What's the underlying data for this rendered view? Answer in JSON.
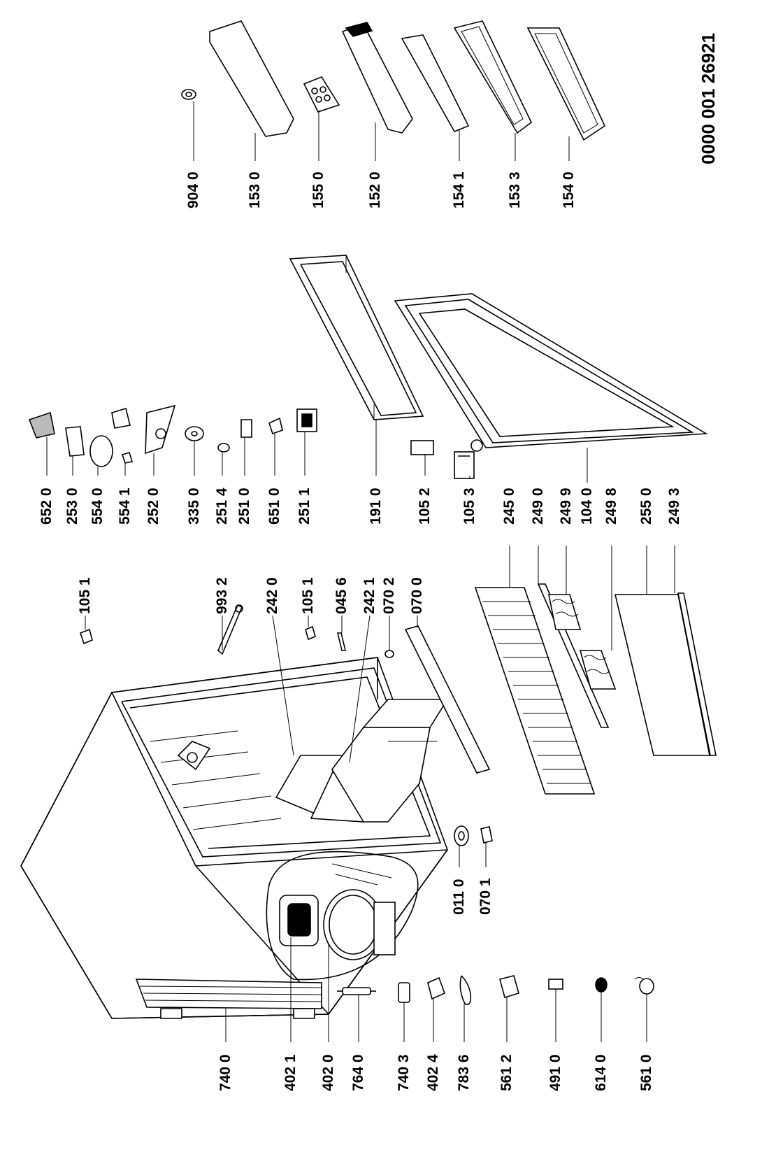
{
  "document_number": "0000 001 26921",
  "parts": {
    "p9040": "904 0",
    "p1530": "153 0",
    "p1550": "155 0",
    "p1520": "152 0",
    "p1541": "154 1",
    "p1533": "153 3",
    "p1540": "154 0",
    "p6520": "652 0",
    "p2530": "253 0",
    "p5540": "554 0",
    "p5541": "554 1",
    "p2520": "252 0",
    "p3350": "335 0",
    "p2514": "251 4",
    "p2510": "251 0",
    "p6510": "651 0",
    "p2511": "251 1",
    "p1910": "191 0",
    "p1052": "105 2",
    "p1053": "105 3",
    "p2450": "245 0",
    "p2490": "249 0",
    "p2499": "249 9",
    "p1040": "104 0",
    "p2498": "249 8",
    "p2550": "255 0",
    "p2493": "249 3",
    "p1051a": "105 1",
    "p9932": "993 2",
    "p2420": "242 0",
    "p1051b": "105 1",
    "p0456": "045 6",
    "p2421": "242 1",
    "p0702": "070 2",
    "p0700": "070 0",
    "p0110": "011 0",
    "p0701": "070 1",
    "p7400": "740 0",
    "p4021": "402 1",
    "p4020": "402 0",
    "p7640": "764 0",
    "p7403": "740 3",
    "p4024": "402 4",
    "p7836": "783 6",
    "p5612": "561 2",
    "p4910": "491 0",
    "p6140": "614 0",
    "p5610": "561 0"
  }
}
